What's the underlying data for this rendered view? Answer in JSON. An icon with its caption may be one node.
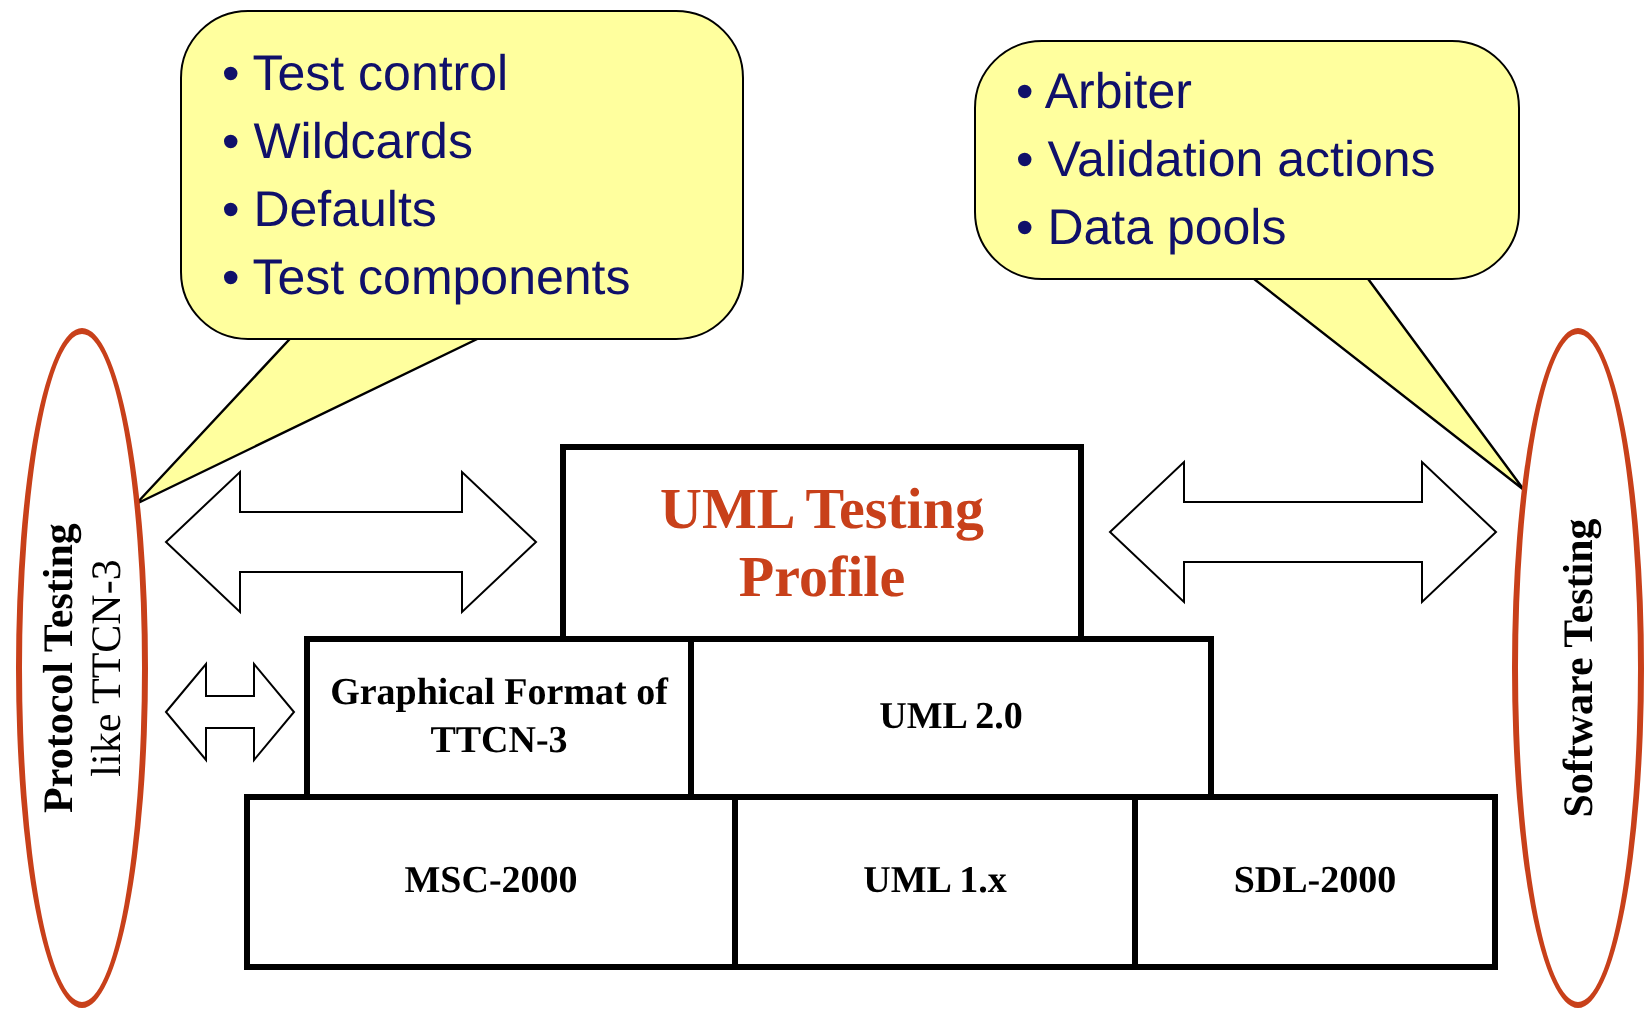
{
  "diagram": {
    "nodes": [
      {
        "text": [
          "• Test control",
          "• Wildcards",
          "• Defaults",
          "• Test components"
        ]
      },
      {
        "text": [
          "• Arbiter",
          "• Validation actions",
          "• Data pools"
        ]
      },
      {
        "text": [
          "Protocol Testing",
          "like TTCN-3"
        ]
      },
      {
        "text": [
          "Software Testing"
        ]
      },
      {
        "text": [
          "UML Testing Profile"
        ]
      },
      {
        "text": [
          "Graphical Format of TTCN-3"
        ]
      },
      {
        "text": [
          "UML 2.0"
        ]
      },
      {
        "text": [
          "MSC-2000"
        ]
      },
      {
        "text": [
          "UML 1.x"
        ]
      },
      {
        "text": [
          "SDL-2000"
        ]
      }
    ],
    "edges": [
      {
        "from": 0,
        "to": 2,
        "arrow": "none"
      },
      {
        "from": 1,
        "to": 3,
        "arrow": "none"
      },
      {
        "from": 2,
        "to": 4,
        "arrow": "both"
      },
      {
        "from": 2,
        "to": 5,
        "arrow": "both"
      },
      {
        "from": 4,
        "to": 3,
        "arrow": "both"
      }
    ]
  }
}
